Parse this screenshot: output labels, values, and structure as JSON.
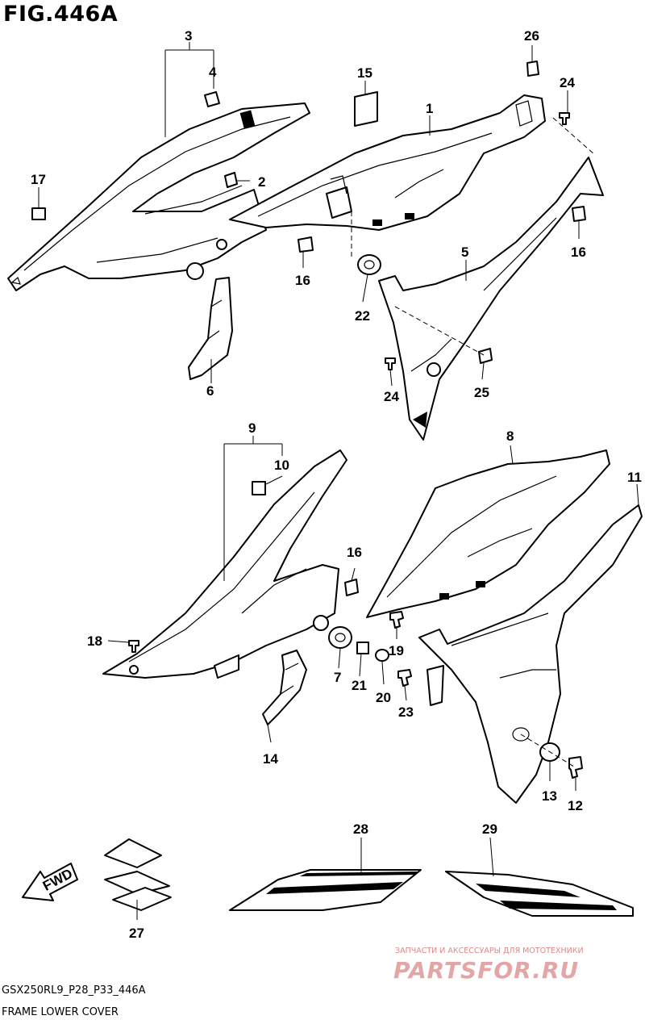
{
  "figure": {
    "title": "FIG.446A"
  },
  "callouts": [
    "1",
    "2",
    "3",
    "4",
    "5",
    "6",
    "7",
    "8",
    "9",
    "10",
    "11",
    "12",
    "13",
    "14",
    "15",
    "16",
    "16",
    "16",
    "17",
    "18",
    "19",
    "20",
    "21",
    "22",
    "23",
    "24",
    "24",
    "25",
    "26",
    "27",
    "28",
    "29"
  ],
  "fwd_label": "FWD",
  "footer": {
    "model_code": "GSX250RL9_P28_P33_446A",
    "section_name": "FRAME LOWER COVER"
  },
  "watermark": {
    "tagline": "ЗАПЧАСТИ И АКСЕССУАРЫ ДЛЯ МОТОТЕХНИКИ",
    "logo": "PARTSFOR.RU"
  },
  "colors": {
    "line": "#000000",
    "background": "#ffffff",
    "watermark": "#e3a5a5"
  }
}
